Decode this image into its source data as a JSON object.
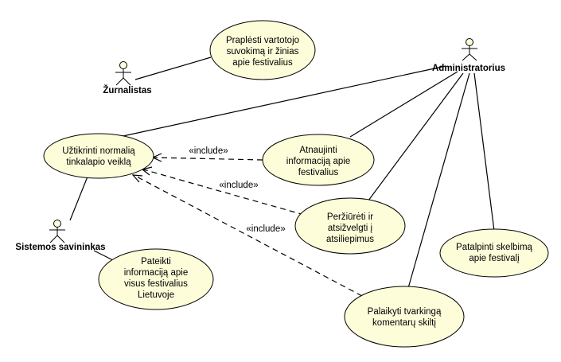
{
  "actors": {
    "zurnalistas": "Žurnalistas",
    "administratorius": "Administratorius",
    "sistemos_savininkas": "Sistemos savininkas"
  },
  "use_cases": {
    "praplesti": [
      "Praplėsti vartotojo",
      "suvokimą ir žinias",
      "apie festivalius"
    ],
    "uztikrinti": [
      "Užtikrinti normalią",
      "tinkalapio veiklą"
    ],
    "atnaujinti": [
      "Atnaujinti",
      "informaciją apie",
      "festivalius"
    ],
    "perziureti": [
      "Peržiūrėti ir",
      "atsižvelgti į",
      "atsiliepimus"
    ],
    "patalpinti": [
      "Patalpinti skelbimą",
      "apie festivalį"
    ],
    "pateikti": [
      "Pateikti",
      "informaciją apie",
      "visus festivalius",
      "Lietuvoje"
    ],
    "palaikyti": [
      "Palaikyti tvarkingą",
      "komentarų skiltį"
    ]
  },
  "include_label": "«include»"
}
